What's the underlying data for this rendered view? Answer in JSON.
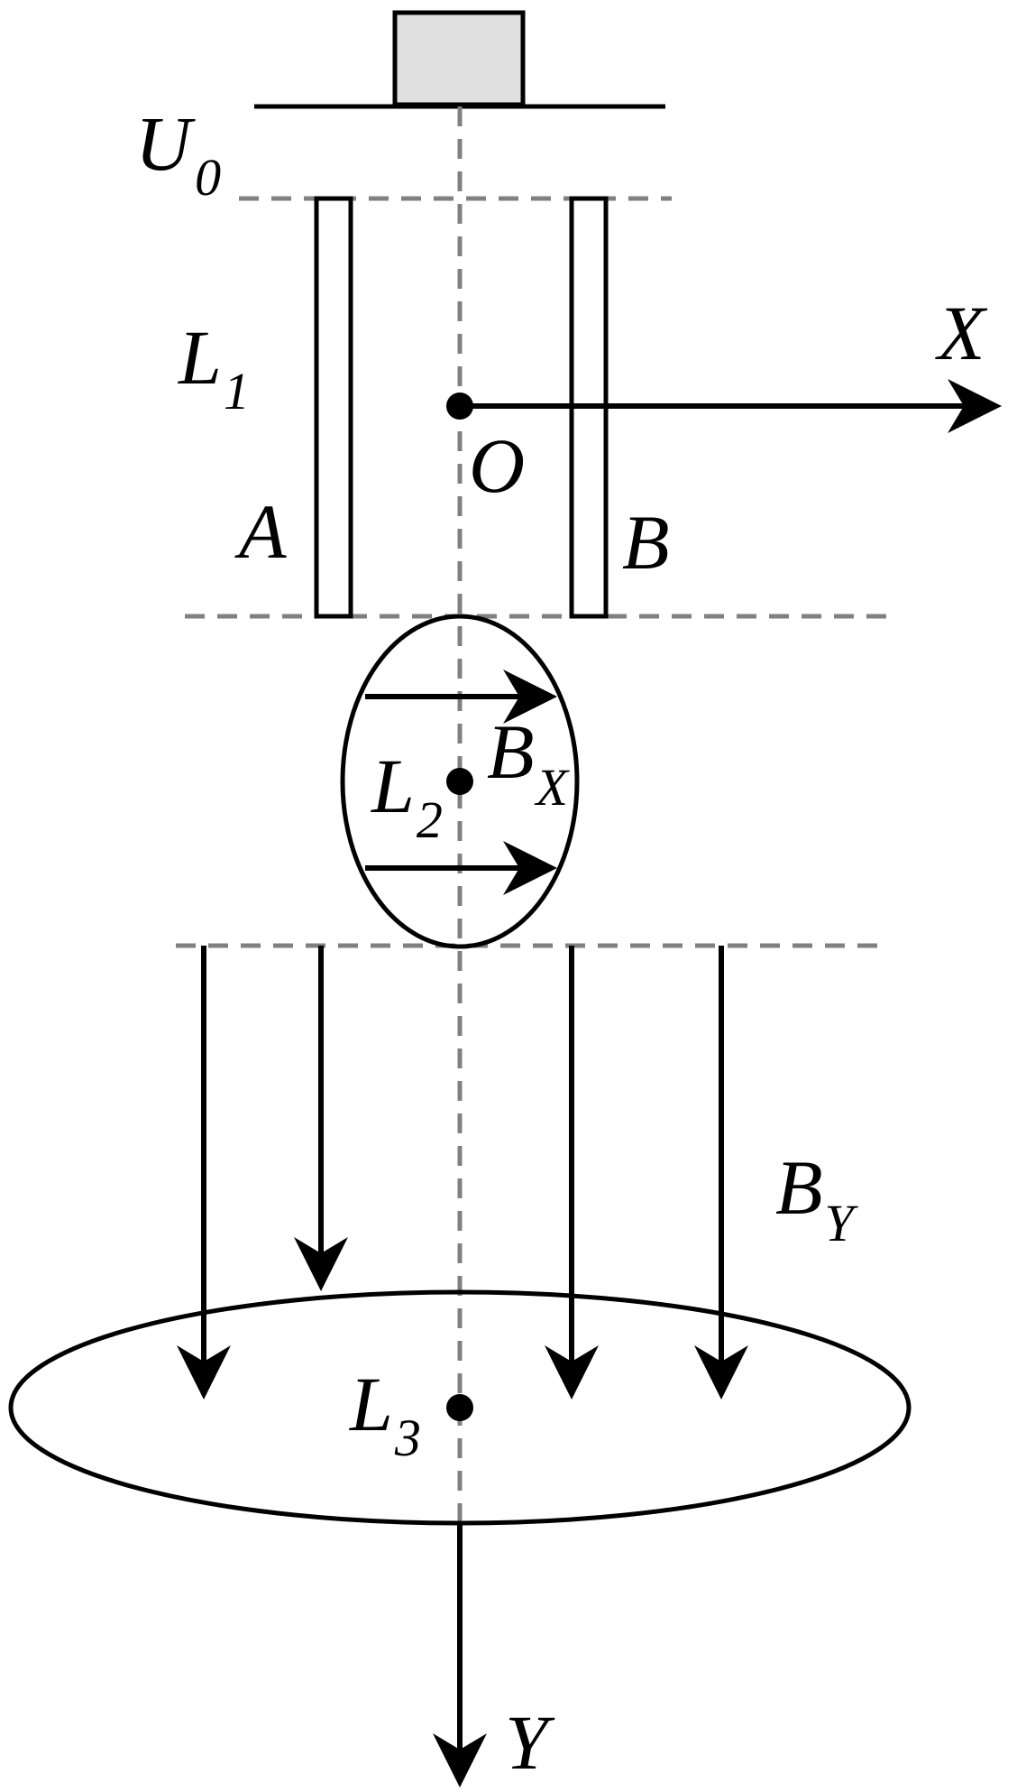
{
  "labels": {
    "U": "U",
    "U_sub": "0",
    "L1": "L",
    "L1_sub": "1",
    "X": "X",
    "O": "O",
    "A": "A",
    "B": "B",
    "L2": "L",
    "L2_sub": "2",
    "Bx": "B",
    "Bx_sub": "X",
    "By": "B",
    "By_sub": "Y",
    "L3": "L",
    "L3_sub": "3",
    "Y": "Y"
  },
  "colors": {
    "line": "#000000",
    "dashed_line": "#808080",
    "source_fill": "#e0e0e0"
  }
}
